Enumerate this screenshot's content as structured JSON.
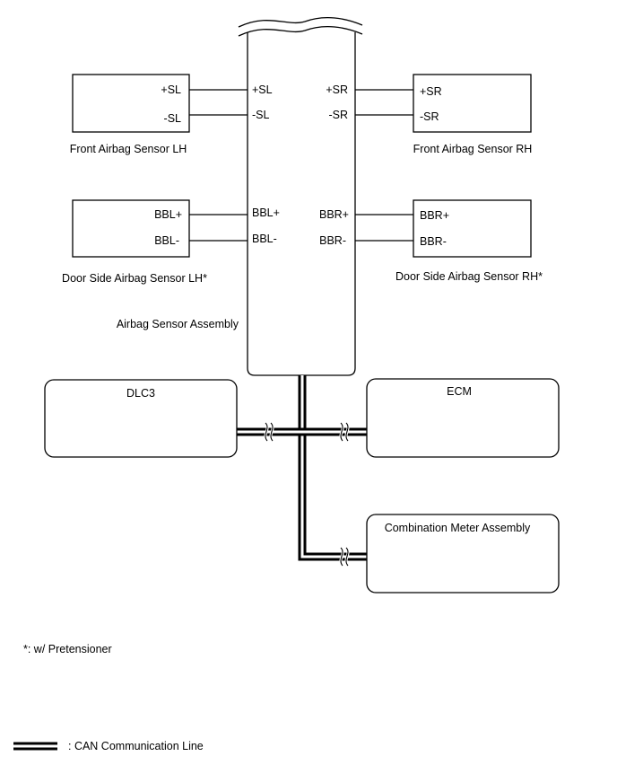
{
  "assembly": {
    "label": "Airbag Sensor Assembly",
    "pins": {
      "sl_plus": "+SL",
      "sl_minus": "-SL",
      "sr_plus": "+SR",
      "sr_minus": "-SR",
      "bbl_plus": "BBL+",
      "bbl_minus": "BBL-",
      "bbr_plus": "BBR+",
      "bbr_minus": "BBR-"
    }
  },
  "front_lh": {
    "name": "Front Airbag Sensor LH",
    "pins": [
      "+SL",
      "-SL"
    ]
  },
  "front_rh": {
    "name": "Front Airbag Sensor RH",
    "pins": [
      "+SR",
      "-SR"
    ]
  },
  "door_lh": {
    "name": "Door Side Airbag Sensor LH*",
    "pins": [
      "BBL+",
      "BBL-"
    ]
  },
  "door_rh": {
    "name": "Door Side Airbag Sensor RH*",
    "pins": [
      "BBR+",
      "BBR-"
    ]
  },
  "dlc3": {
    "name": "DLC3"
  },
  "ecm": {
    "name": "ECM"
  },
  "meter": {
    "name": "Combination Meter Assembly"
  },
  "footnote": "*: w/ Pretensioner",
  "legend": {
    "can_line": ": CAN Communication Line"
  }
}
